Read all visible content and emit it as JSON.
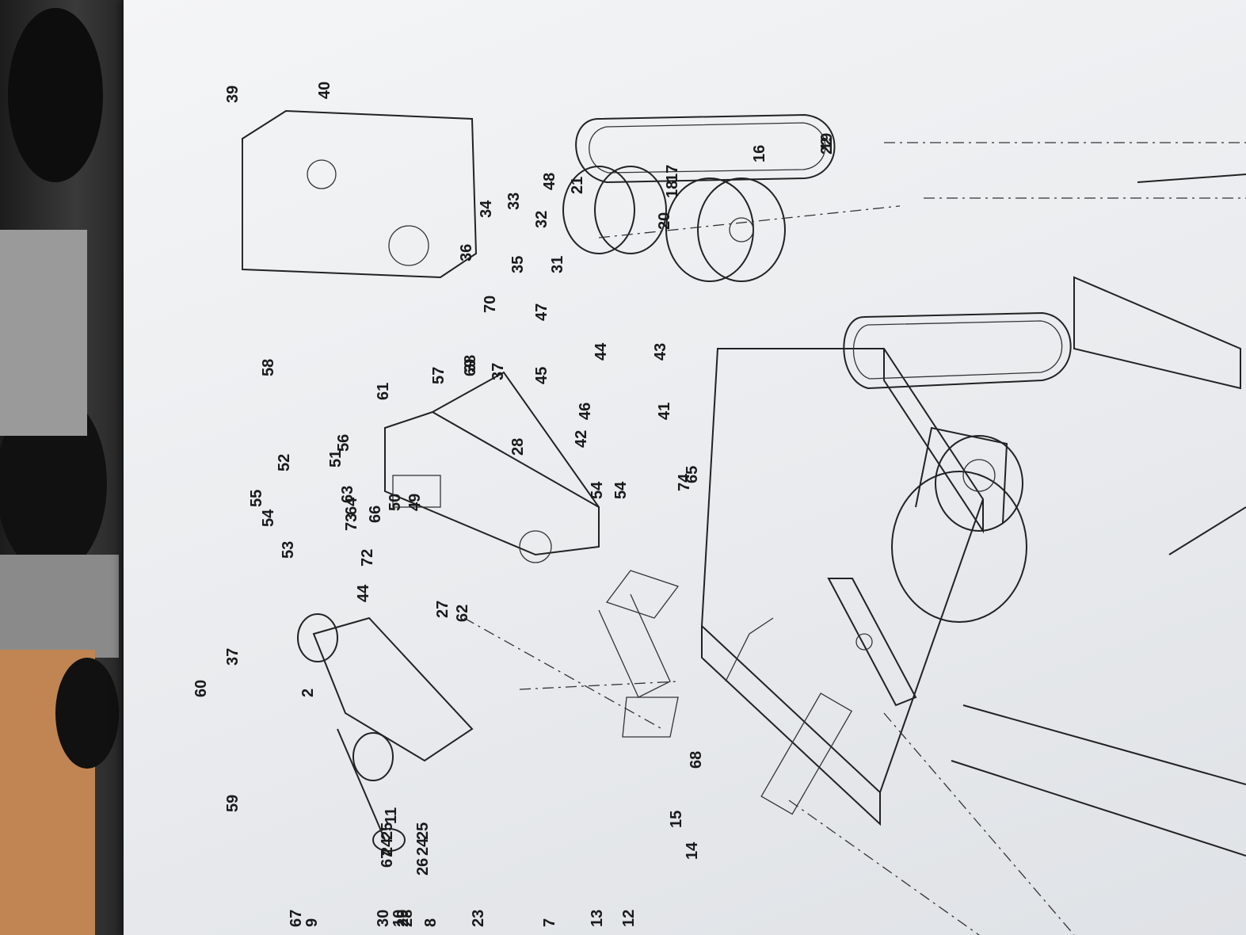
{
  "parts": [
    {
      "id": "p16",
      "label": "16"
    },
    {
      "id": "p17",
      "label": "17"
    },
    {
      "id": "p18",
      "label": "18"
    },
    {
      "id": "p19",
      "label": "19"
    },
    {
      "id": "p20",
      "label": "20"
    },
    {
      "id": "p21",
      "label": "21"
    },
    {
      "id": "p22",
      "label": "22"
    },
    {
      "id": "p31",
      "label": "31"
    },
    {
      "id": "p32",
      "label": "32"
    },
    {
      "id": "p33",
      "label": "33"
    },
    {
      "id": "p34",
      "label": "34"
    },
    {
      "id": "p35",
      "label": "35"
    },
    {
      "id": "p36",
      "label": "36"
    },
    {
      "id": "p37a",
      "label": "37"
    },
    {
      "id": "p38",
      "label": "38"
    },
    {
      "id": "p39",
      "label": "39"
    },
    {
      "id": "p40",
      "label": "40"
    },
    {
      "id": "p41",
      "label": "41"
    },
    {
      "id": "p42",
      "label": "42"
    },
    {
      "id": "p43",
      "label": "43"
    },
    {
      "id": "p44a",
      "label": "44"
    },
    {
      "id": "p45",
      "label": "45"
    },
    {
      "id": "p46",
      "label": "46"
    },
    {
      "id": "p47",
      "label": "47"
    },
    {
      "id": "p48",
      "label": "48"
    },
    {
      "id": "p49",
      "label": "49"
    },
    {
      "id": "p50",
      "label": "50"
    },
    {
      "id": "p51",
      "label": "51"
    },
    {
      "id": "p52",
      "label": "52"
    },
    {
      "id": "p53",
      "label": "53"
    },
    {
      "id": "p54a",
      "label": "54"
    },
    {
      "id": "p54b",
      "label": "54"
    },
    {
      "id": "p54c",
      "label": "54"
    },
    {
      "id": "p55",
      "label": "55"
    },
    {
      "id": "p56",
      "label": "56"
    },
    {
      "id": "p57",
      "label": "57"
    },
    {
      "id": "p58",
      "label": "58"
    },
    {
      "id": "p59",
      "label": "59"
    },
    {
      "id": "p60",
      "label": "60"
    },
    {
      "id": "p61",
      "label": "61"
    },
    {
      "id": "p62",
      "label": "62"
    },
    {
      "id": "p63",
      "label": "63"
    },
    {
      "id": "p64",
      "label": "64"
    },
    {
      "id": "p65",
      "label": "65"
    },
    {
      "id": "p66",
      "label": "66"
    },
    {
      "id": "p67a",
      "label": "67"
    },
    {
      "id": "p67b",
      "label": "67"
    },
    {
      "id": "p68",
      "label": "68"
    },
    {
      "id": "p69",
      "label": "69"
    },
    {
      "id": "p70",
      "label": "70"
    },
    {
      "id": "p72",
      "label": "72"
    },
    {
      "id": "p73",
      "label": "73"
    },
    {
      "id": "p74",
      "label": "74"
    },
    {
      "id": "p44b",
      "label": "44"
    },
    {
      "id": "p37b",
      "label": "37"
    },
    {
      "id": "p28a",
      "label": "28"
    },
    {
      "id": "p2",
      "label": "2"
    },
    {
      "id": "p11",
      "label": "11"
    },
    {
      "id": "p25a",
      "label": "25"
    },
    {
      "id": "p24a",
      "label": "24"
    },
    {
      "id": "p26",
      "label": "26"
    },
    {
      "id": "p25b",
      "label": "25"
    },
    {
      "id": "p24b",
      "label": "24"
    },
    {
      "id": "p28b",
      "label": "28"
    },
    {
      "id": "p30",
      "label": "30"
    },
    {
      "id": "p29",
      "label": "29"
    },
    {
      "id": "p23",
      "label": "23"
    },
    {
      "id": "p27",
      "label": "27"
    },
    {
      "id": "p13",
      "label": "13"
    },
    {
      "id": "p12",
      "label": "12"
    },
    {
      "id": "p15",
      "label": "15"
    },
    {
      "id": "p14",
      "label": "14"
    },
    {
      "id": "p10",
      "label": "10"
    },
    {
      "id": "p9",
      "label": "9"
    },
    {
      "id": "p8",
      "label": "8"
    },
    {
      "id": "p7",
      "label": "7"
    }
  ]
}
